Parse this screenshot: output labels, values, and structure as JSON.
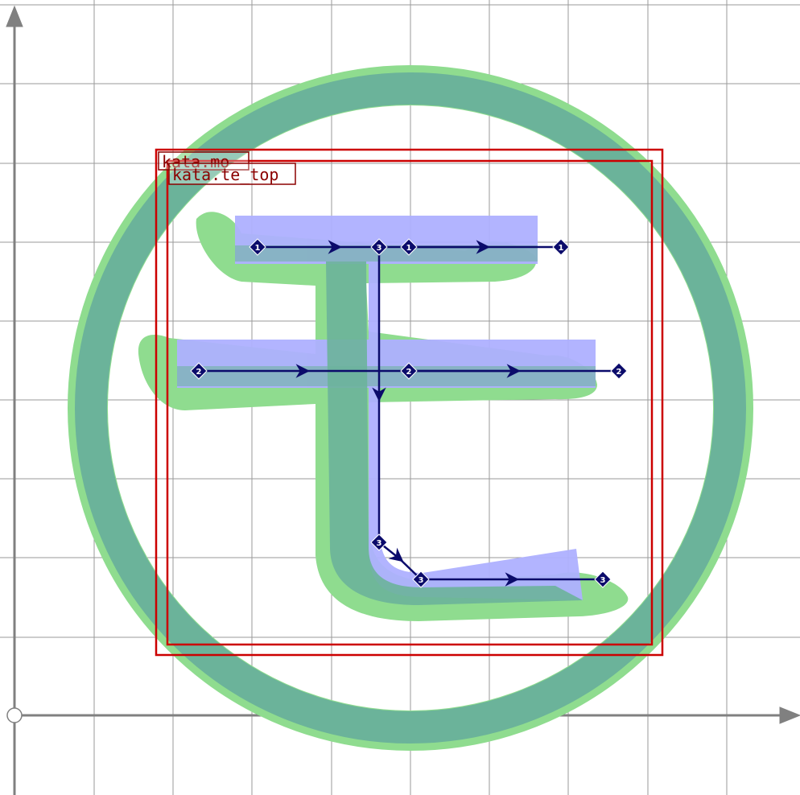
{
  "box_labels": {
    "outer": "kata.mo",
    "inner": "kata.te_top"
  },
  "stroke_markers": [
    {
      "id": "1",
      "name": "stroke-1-start"
    },
    {
      "id": "1",
      "name": "stroke-1-mid"
    },
    {
      "id": "1",
      "name": "stroke-1-end"
    },
    {
      "id": "2",
      "name": "stroke-2-start"
    },
    {
      "id": "2",
      "name": "stroke-2-mid"
    },
    {
      "id": "2",
      "name": "stroke-2-end"
    },
    {
      "id": "3",
      "name": "stroke-3-start"
    },
    {
      "id": "3",
      "name": "stroke-3-corner"
    },
    {
      "id": "3",
      "name": "stroke-3-turn"
    },
    {
      "id": "3",
      "name": "stroke-3-end"
    }
  ],
  "colors": {
    "grid": "#9a9a9a",
    "axis": "#808080",
    "glyph_fill": "#8fdc8f",
    "overlap_fill": "#6bb39a",
    "bbox_fill": "#aeb0ff",
    "bbox_outline": "#cc0000",
    "stroke_path": "#0b0b6b"
  }
}
